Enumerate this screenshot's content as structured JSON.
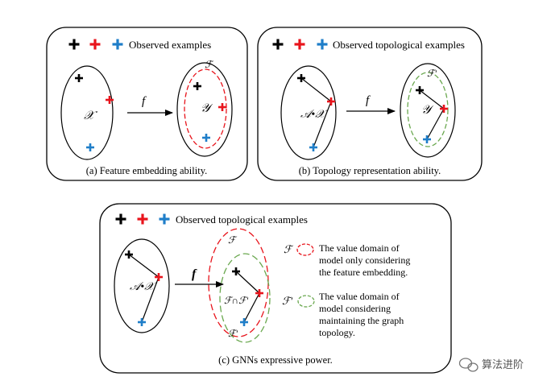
{
  "panels": {
    "a": {
      "legend": "Observed examples",
      "caption": "(a) Feature embedding ability.",
      "domain_label": "𝒳",
      "codomain_label": "𝒴",
      "arrow_label": "f",
      "boundary_label": "ℱ"
    },
    "b": {
      "legend": "Observed topological examples",
      "caption": "(b) Topology representation ability.",
      "domain_label": "𝒜•𝒳",
      "codomain_label": "𝒴",
      "arrow_label": "f",
      "boundary_label": "ℱ'"
    },
    "c": {
      "legend": "Observed topological examples",
      "caption": "(c) GNNs expressive power.",
      "domain_label": "𝒜•𝒳",
      "arrow_label": "f",
      "red_label": "ℱ",
      "green_label": "ℱ'",
      "intersection_label": "ℱ∩ℱ'",
      "key_red_symbol": "ℱ",
      "key_green_symbol": "ℱ'",
      "key_red_text": [
        "The value domain of",
        "model only considering",
        "the feature embedding."
      ],
      "key_green_text": [
        "The value domain of",
        "model considering",
        "maintaining the graph",
        "topology."
      ]
    }
  },
  "watermark": "算法进阶",
  "colors": {
    "black_marker": "#000000",
    "red_marker": "#e8141c",
    "blue_marker": "#1f7ec9",
    "red_boundary": "#e8141c",
    "green_boundary": "#6aa84f"
  }
}
